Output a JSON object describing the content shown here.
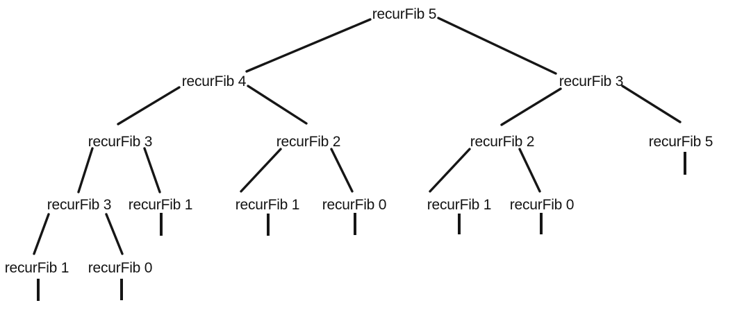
{
  "figure": {
    "type": "recursion-tree",
    "description": "Tree of recursive calls produced by recurFib 5",
    "function_name": "recurFib",
    "background_color": "#ffffff",
    "line_color": "#161616",
    "text_color": "#131313"
  },
  "tree": {
    "nodes": [
      {
        "id": 0,
        "label": "recurFib 5",
        "level": 1
      },
      {
        "id": 1,
        "label": "recurFib 4",
        "level": 2
      },
      {
        "id": 2,
        "label": "recurFib 3",
        "level": 2
      },
      {
        "id": 3,
        "label": "recurFib 3",
        "level": 3
      },
      {
        "id": 4,
        "label": "recurFib 2",
        "level": 3
      },
      {
        "id": 5,
        "label": "recurFib 2",
        "level": 3
      },
      {
        "id": 6,
        "label": "recurFib 5",
        "level": 3
      },
      {
        "id": 7,
        "label": "recurFib 3",
        "level": 4
      },
      {
        "id": 8,
        "label": "recurFib 1",
        "level": 4
      },
      {
        "id": 9,
        "label": "recurFib 1",
        "level": 4
      },
      {
        "id": 10,
        "label": "recurFib 0",
        "level": 4
      },
      {
        "id": 11,
        "label": "recurFib 1",
        "level": 4
      },
      {
        "id": 12,
        "label": "recurFib 0",
        "level": 4
      },
      {
        "id": 13,
        "label": "recurFib 1",
        "level": 5
      },
      {
        "id": 14,
        "label": "recurFib 0",
        "level": 5
      }
    ],
    "edges": [
      [
        0,
        1
      ],
      [
        0,
        2
      ],
      [
        1,
        3
      ],
      [
        1,
        4
      ],
      [
        2,
        5
      ],
      [
        2,
        6
      ],
      [
        3,
        7
      ],
      [
        3,
        8
      ],
      [
        4,
        9
      ],
      [
        4,
        10
      ],
      [
        5,
        11
      ],
      [
        5,
        12
      ],
      [
        7,
        13
      ],
      [
        7,
        14
      ]
    ],
    "leaf_stub_nodes": [
      6,
      8,
      9,
      10,
      11,
      12,
      13,
      14
    ]
  }
}
